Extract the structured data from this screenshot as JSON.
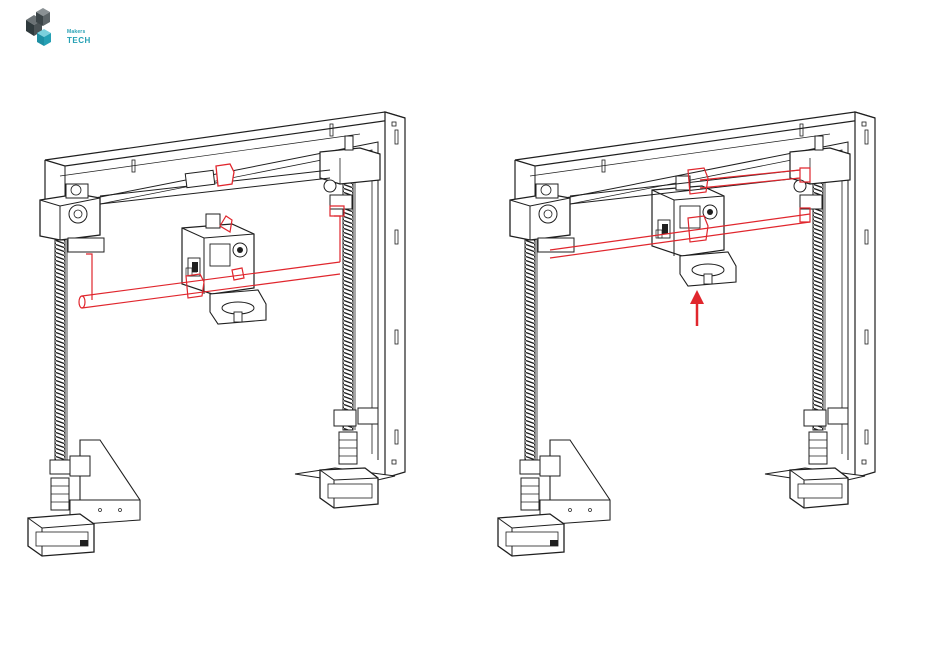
{
  "logo": {
    "small_text": "Makers",
    "big_text": "TECH",
    "colors": {
      "dark": "#2f3a3d",
      "accent": "#25a0b4"
    }
  },
  "diagram": {
    "line_color": "#1f1f1f",
    "highlight_color": "#e0262d",
    "panels": [
      "before-assembly",
      "after-assembly"
    ],
    "arrow_direction": "up"
  }
}
